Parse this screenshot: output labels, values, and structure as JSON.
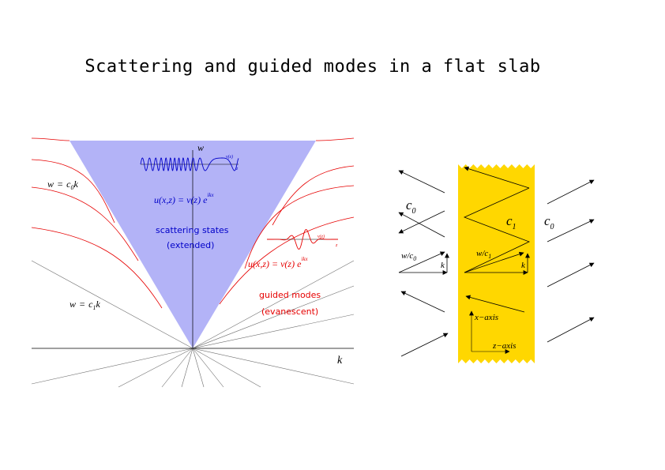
{
  "title": "Scattering and guided modes in a flat slab",
  "dispersion": {
    "w_axis": "w",
    "k_axis": "k",
    "line_c0": {
      "lhs": "w",
      "eq": "=",
      "coef": "c",
      "sub": "0",
      "k": "k"
    },
    "line_c1": {
      "lhs": "w",
      "eq": "=",
      "coef": "c",
      "sub": "1",
      "k": "k"
    },
    "scattering": {
      "line1": "scattering states",
      "line2": "(extended)",
      "mode_main": "u(x,z) = v(z) e",
      "mode_sup": "ikx",
      "inset_vz": "v(z)",
      "inset_z": "z"
    },
    "guided": {
      "line1": "guided modes",
      "line2": "(evanescent)",
      "mode_main": "u(x,z) = v(z) e",
      "mode_sup": "ikx",
      "inset_vz": "v(z)",
      "inset_z": "z"
    },
    "colors": {
      "cone_fill": "#b3b3f7",
      "scatter_text": "#0000c8",
      "guided": "#e60000",
      "axis": "#000000"
    }
  },
  "slab": {
    "c0_left": {
      "main": "c",
      "sub": "0"
    },
    "c1": {
      "main": "c",
      "sub": "1"
    },
    "c0_right": {
      "main": "c",
      "sub": "0"
    },
    "wc0": {
      "main": "w/c",
      "sub": "0"
    },
    "wc1": {
      "main": "w/c",
      "sub": "1"
    },
    "k_left": "k",
    "k_right": "k",
    "x_axis_label": "x−axis",
    "z_axis_label": "z−axis",
    "colors": {
      "slab_fill": "#ffd700"
    }
  }
}
